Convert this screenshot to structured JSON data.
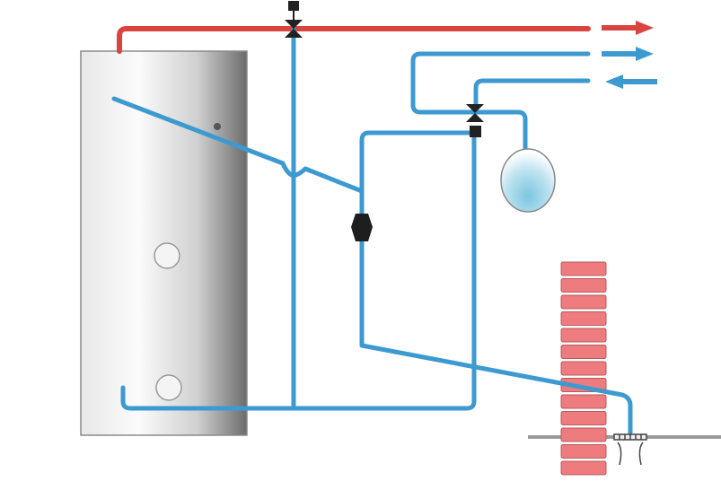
{
  "colors": {
    "hot_pipe": "#d9443f",
    "cold_pipe": "#3d9ad1",
    "pipe_edge": "#2a6f9e",
    "brick": "#ee7b7e",
    "brick_mortar": "#b85a5c",
    "fitting": "#222222",
    "ground": "#9a9a9a"
  },
  "icons": [
    "storage-tank",
    "zone-valve",
    "mixing-valve",
    "circulation-pump",
    "expansion-vessel",
    "brick-wall",
    "floor-drain",
    "flow-arrow-out",
    "flow-arrow-in"
  ]
}
